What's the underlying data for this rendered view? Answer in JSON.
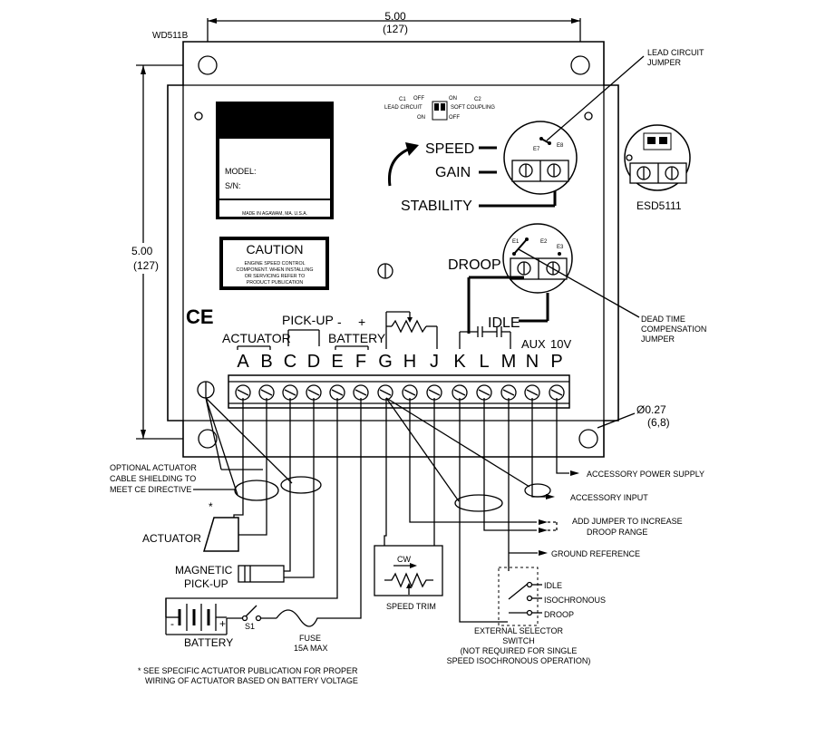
{
  "drawing_id": "WD511B",
  "dimensions": {
    "width_in": "5.00",
    "width_mm": "(127)",
    "height_in": "5.00",
    "height_mm": "(127)",
    "hole_in": "Ø0.27",
    "hole_mm": "(6,8)"
  },
  "dip_switch": {
    "c1": "C1",
    "c1_label": "LEAD CIRCUIT",
    "c2": "C2",
    "c2_label": "SOFT COUPLING",
    "off": "OFF",
    "on": "ON"
  },
  "labels_plate": {
    "model": "MODEL:",
    "sn": "S/N:",
    "made_in": "MADE IN AGAWAM, MA. U.S.A.",
    "caution_title": "CAUTION",
    "caution_lines": [
      "ENGINE SPEED CONTROL",
      "COMPONENT. WHEN INSTALLING",
      "OR SERVICING REFER TO",
      "PRODUCT PUBLICATION"
    ],
    "ce": "CE"
  },
  "adjustments": {
    "speed": "SPEED",
    "gain": "GAIN",
    "stability": "STABILITY",
    "droop": "DROOP",
    "idle": "IDLE"
  },
  "jumpers": {
    "e7": "E7",
    "e8": "E8",
    "e1": "E1",
    "e2": "E2",
    "e3": "E3",
    "lead_circuit": [
      "LEAD CIRCUIT",
      "JUMPER"
    ],
    "dead_time": [
      "DEAD TIME",
      "COMPENSATION",
      "JUMPER"
    ],
    "esd5111": "ESD5111"
  },
  "group_labels": {
    "actuator": "ACTUATOR",
    "pickup": "PICK-UP",
    "battery": "BATTERY",
    "minus": "-",
    "plus": "+",
    "aux": "AUX",
    "aux_v": "10V"
  },
  "terminals": [
    "A",
    "B",
    "C",
    "D",
    "E",
    "F",
    "G",
    "H",
    "J",
    "K",
    "L",
    "M",
    "N",
    "P"
  ],
  "callouts": {
    "accessory_power": "ACCESSORY POWER SUPPLY",
    "accessory_input": "ACCESSORY INPUT",
    "add_jumper": [
      "ADD JUMPER TO INCREASE",
      "DROOP RANGE"
    ],
    "ground_ref": "GROUND REFERENCE",
    "shielding": [
      "OPTIONAL ACTUATOR",
      "CABLE SHIELDING TO",
      "MEET CE DIRECTIVE"
    ],
    "star": "*",
    "actuator": "ACTUATOR",
    "mag_pickup": [
      "MAGNETIC",
      "PICK-UP"
    ],
    "cw": "CW",
    "speed_trim": "SPEED TRIM",
    "idle": "IDLE",
    "isochronous": "ISOCHRONOUS",
    "droop": "DROOP",
    "selector": [
      "EXTERNAL SELECTOR",
      "SWITCH",
      "(NOT REQUIRED FOR SINGLE",
      "SPEED ISOCHRONOUS OPERATION)"
    ],
    "battery": "BATTERY",
    "s1": "S1",
    "batt_minus": "-",
    "batt_plus": "+",
    "fuse": [
      "FUSE",
      "15A MAX"
    ],
    "footnote": [
      "* SEE SPECIFIC ACTUATOR PUBLICATION FOR PROPER",
      "WIRING OF ACTUATOR BASED ON BATTERY VOLTAGE"
    ]
  }
}
